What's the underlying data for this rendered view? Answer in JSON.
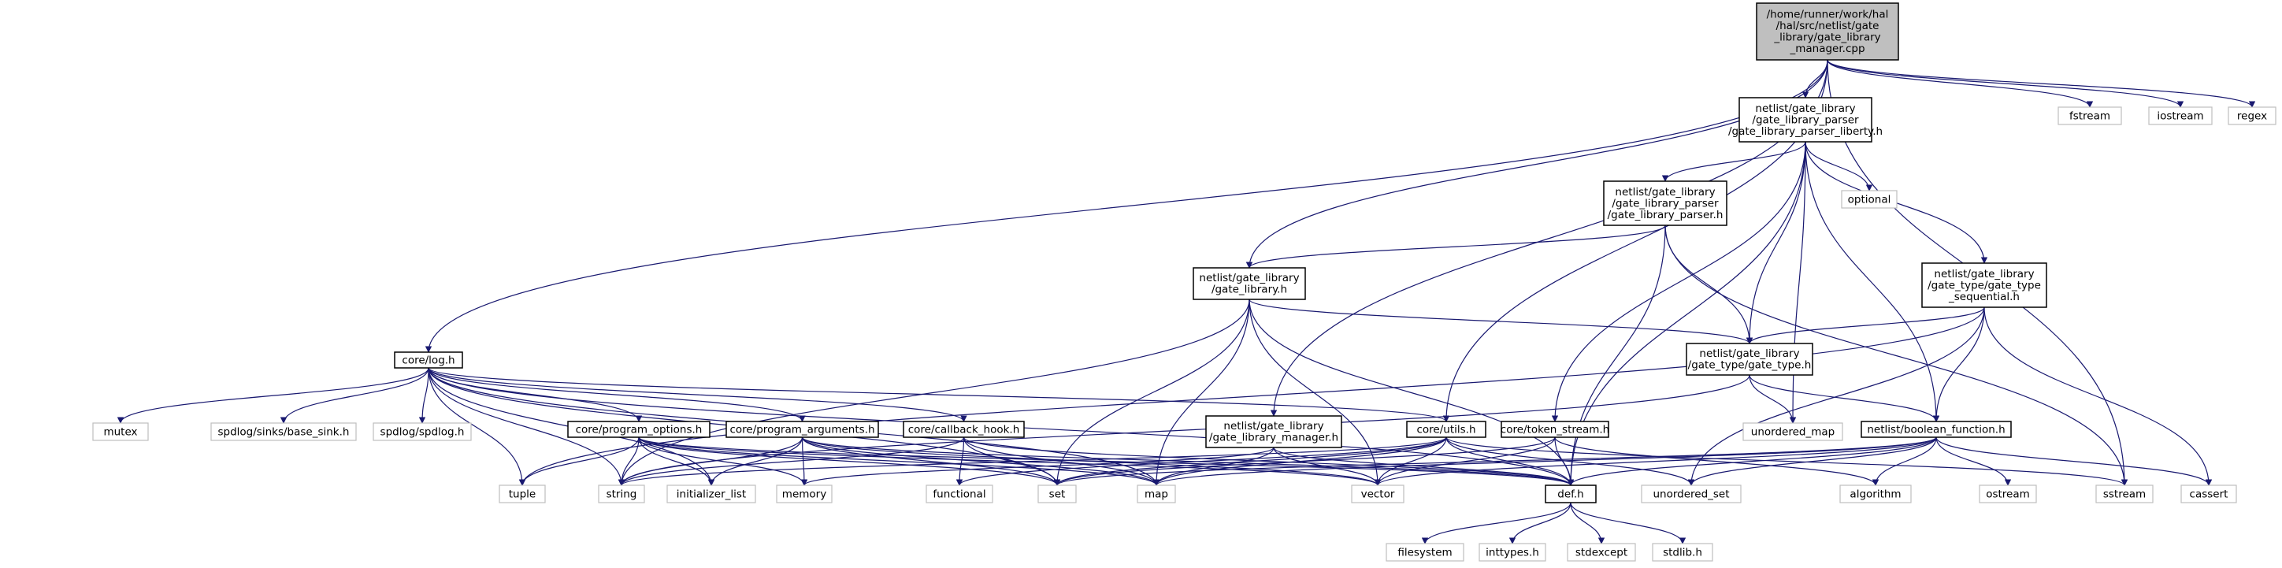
{
  "diagram": {
    "title": "",
    "nodes": [
      {
        "id": "root",
        "kind": "root",
        "lines": [
          "/home/runner/work/hal",
          "/hal/src/netlist/gate",
          "_library/gate_library",
          "_manager.cpp"
        ]
      },
      {
        "id": "fstream",
        "kind": "ext",
        "lines": [
          "fstream"
        ]
      },
      {
        "id": "iostream",
        "kind": "ext",
        "lines": [
          "iostream"
        ]
      },
      {
        "id": "regex",
        "kind": "ext",
        "lines": [
          "regex"
        ]
      },
      {
        "id": "parser_liberty",
        "kind": "file",
        "lines": [
          "netlist/gate_library",
          "/gate_library_parser",
          "/gate_library_parser_liberty.h"
        ]
      },
      {
        "id": "optional",
        "kind": "ext",
        "lines": [
          "optional"
        ]
      },
      {
        "id": "parser",
        "kind": "file",
        "lines": [
          "netlist/gate_library",
          "/gate_library_parser",
          "/gate_library_parser.h"
        ]
      },
      {
        "id": "gate_library",
        "kind": "file",
        "lines": [
          "netlist/gate_library",
          "/gate_library.h"
        ]
      },
      {
        "id": "gate_type_seq",
        "kind": "file",
        "lines": [
          "netlist/gate_library",
          "/gate_type/gate_type",
          "_sequential.h"
        ]
      },
      {
        "id": "gate_type",
        "kind": "file",
        "lines": [
          "netlist/gate_library",
          "/gate_type/gate_type.h"
        ]
      },
      {
        "id": "log",
        "kind": "file",
        "lines": [
          "core/log.h"
        ]
      },
      {
        "id": "mutex",
        "kind": "ext",
        "lines": [
          "mutex"
        ]
      },
      {
        "id": "base_sink",
        "kind": "ext",
        "lines": [
          "spdlog/sinks/base_sink.h"
        ]
      },
      {
        "id": "spdlog",
        "kind": "ext",
        "lines": [
          "spdlog/spdlog.h"
        ]
      },
      {
        "id": "program_options",
        "kind": "file",
        "lines": [
          "core/program_options.h"
        ]
      },
      {
        "id": "program_arguments",
        "kind": "file",
        "lines": [
          "core/program_arguments.h"
        ]
      },
      {
        "id": "callback_hook",
        "kind": "file",
        "lines": [
          "core/callback_hook.h"
        ]
      },
      {
        "id": "manager_h",
        "kind": "file",
        "lines": [
          "netlist/gate_library",
          "/gate_library_manager.h"
        ]
      },
      {
        "id": "utils",
        "kind": "file",
        "lines": [
          "core/utils.h"
        ]
      },
      {
        "id": "token_stream",
        "kind": "file",
        "lines": [
          "core/token_stream.h"
        ]
      },
      {
        "id": "unordered_map",
        "kind": "ext",
        "lines": [
          "unordered_map"
        ]
      },
      {
        "id": "boolean_function",
        "kind": "file",
        "lines": [
          "netlist/boolean_function.h"
        ]
      },
      {
        "id": "tuple",
        "kind": "ext",
        "lines": [
          "tuple"
        ]
      },
      {
        "id": "string",
        "kind": "ext",
        "lines": [
          "string"
        ]
      },
      {
        "id": "initializer_list",
        "kind": "ext",
        "lines": [
          "initializer_list"
        ]
      },
      {
        "id": "memory",
        "kind": "ext",
        "lines": [
          "memory"
        ]
      },
      {
        "id": "functional",
        "kind": "ext",
        "lines": [
          "functional"
        ]
      },
      {
        "id": "set",
        "kind": "ext",
        "lines": [
          "set"
        ]
      },
      {
        "id": "map",
        "kind": "ext",
        "lines": [
          "map"
        ]
      },
      {
        "id": "vector",
        "kind": "ext",
        "lines": [
          "vector"
        ]
      },
      {
        "id": "def",
        "kind": "file",
        "lines": [
          "def.h"
        ]
      },
      {
        "id": "unordered_set",
        "kind": "ext",
        "lines": [
          "unordered_set"
        ]
      },
      {
        "id": "algorithm",
        "kind": "ext",
        "lines": [
          "algorithm"
        ]
      },
      {
        "id": "ostream",
        "kind": "ext",
        "lines": [
          "ostream"
        ]
      },
      {
        "id": "sstream",
        "kind": "ext",
        "lines": [
          "sstream"
        ]
      },
      {
        "id": "cassert",
        "kind": "ext",
        "lines": [
          "cassert"
        ]
      },
      {
        "id": "filesystem",
        "kind": "ext",
        "lines": [
          "filesystem"
        ]
      },
      {
        "id": "inttypes",
        "kind": "ext",
        "lines": [
          "inttypes.h"
        ]
      },
      {
        "id": "stdexcept",
        "kind": "ext",
        "lines": [
          "stdexcept"
        ]
      },
      {
        "id": "stdlib",
        "kind": "ext",
        "lines": [
          "stdlib.h"
        ]
      }
    ],
    "edges": [
      [
        "root",
        "fstream"
      ],
      [
        "root",
        "iostream"
      ],
      [
        "root",
        "regex"
      ],
      [
        "root",
        "parser_liberty"
      ],
      [
        "root",
        "sstream"
      ],
      [
        "root",
        "gate_library"
      ],
      [
        "root",
        "log"
      ],
      [
        "root",
        "manager_h"
      ],
      [
        "root",
        "utils"
      ],
      [
        "parser_liberty",
        "optional"
      ],
      [
        "parser_liberty",
        "parser"
      ],
      [
        "parser_liberty",
        "gate_type_seq"
      ],
      [
        "parser_liberty",
        "gate_type"
      ],
      [
        "parser_liberty",
        "token_stream"
      ],
      [
        "parser_liberty",
        "unordered_map"
      ],
      [
        "parser_liberty",
        "boolean_function"
      ],
      [
        "parser_liberty",
        "def"
      ],
      [
        "parser",
        "gate_library"
      ],
      [
        "parser",
        "gate_type"
      ],
      [
        "parser",
        "def"
      ],
      [
        "parser",
        "sstream"
      ],
      [
        "gate_library",
        "gate_type"
      ],
      [
        "gate_library",
        "string"
      ],
      [
        "gate_library",
        "set"
      ],
      [
        "gate_library",
        "map"
      ],
      [
        "gate_library",
        "vector"
      ],
      [
        "gate_library",
        "def"
      ],
      [
        "gate_type_seq",
        "gate_type"
      ],
      [
        "gate_type_seq",
        "boolean_function"
      ],
      [
        "gate_type_seq",
        "tuple"
      ],
      [
        "gate_type_seq",
        "cassert"
      ],
      [
        "gate_type_seq",
        "unordered_set"
      ],
      [
        "gate_type",
        "boolean_function"
      ],
      [
        "gate_type",
        "unordered_map"
      ],
      [
        "gate_type",
        "string"
      ],
      [
        "log",
        "mutex"
      ],
      [
        "log",
        "base_sink"
      ],
      [
        "log",
        "spdlog"
      ],
      [
        "log",
        "program_options"
      ],
      [
        "log",
        "program_arguments"
      ],
      [
        "log",
        "callback_hook"
      ],
      [
        "log",
        "utils"
      ],
      [
        "log",
        "tuple"
      ],
      [
        "log",
        "string"
      ],
      [
        "log",
        "initializer_list"
      ],
      [
        "log",
        "set"
      ],
      [
        "log",
        "map"
      ],
      [
        "log",
        "def"
      ],
      [
        "program_options",
        "tuple"
      ],
      [
        "program_options",
        "string"
      ],
      [
        "program_options",
        "initializer_list"
      ],
      [
        "program_options",
        "memory"
      ],
      [
        "program_options",
        "set"
      ],
      [
        "program_options",
        "map"
      ],
      [
        "program_options",
        "vector"
      ],
      [
        "program_options",
        "def"
      ],
      [
        "program_arguments",
        "string"
      ],
      [
        "program_arguments",
        "initializer_list"
      ],
      [
        "program_arguments",
        "memory"
      ],
      [
        "program_arguments",
        "set"
      ],
      [
        "program_arguments",
        "map"
      ],
      [
        "program_arguments",
        "vector"
      ],
      [
        "program_arguments",
        "def"
      ],
      [
        "callback_hook",
        "functional"
      ],
      [
        "callback_hook",
        "set"
      ],
      [
        "callback_hook",
        "map"
      ],
      [
        "callback_hook",
        "string"
      ],
      [
        "callback_hook",
        "def"
      ],
      [
        "manager_h",
        "map"
      ],
      [
        "manager_h",
        "vector"
      ],
      [
        "manager_h",
        "memory"
      ],
      [
        "manager_h",
        "def"
      ],
      [
        "utils",
        "def"
      ],
      [
        "utils",
        "functional"
      ],
      [
        "utils",
        "set"
      ],
      [
        "utils",
        "map"
      ],
      [
        "utils",
        "vector"
      ],
      [
        "utils",
        "string"
      ],
      [
        "utils",
        "sstream"
      ],
      [
        "utils",
        "unordered_set"
      ],
      [
        "token_stream",
        "def"
      ],
      [
        "token_stream",
        "vector"
      ],
      [
        "token_stream",
        "algorithm"
      ],
      [
        "token_stream",
        "set"
      ],
      [
        "boolean_function",
        "def"
      ],
      [
        "boolean_function",
        "algorithm"
      ],
      [
        "boolean_function",
        "map"
      ],
      [
        "boolean_function",
        "ostream"
      ],
      [
        "boolean_function",
        "set"
      ],
      [
        "boolean_function",
        "vector"
      ],
      [
        "boolean_function",
        "cassert"
      ],
      [
        "boolean_function",
        "unordered_set"
      ],
      [
        "def",
        "filesystem"
      ],
      [
        "def",
        "inttypes"
      ],
      [
        "def",
        "stdexcept"
      ],
      [
        "def",
        "stdlib"
      ]
    ]
  }
}
